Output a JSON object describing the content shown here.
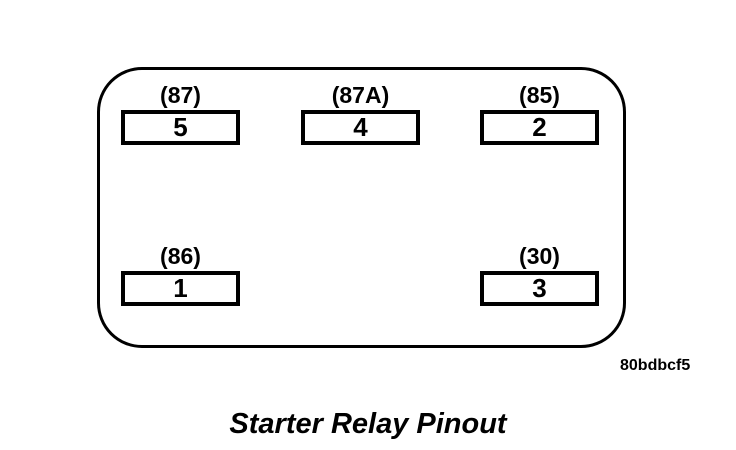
{
  "diagram": {
    "title": "Starter Relay Pinout",
    "figure_code": "80bdbcf5",
    "pins": [
      {
        "terminal": "(87)",
        "number": "5",
        "position": "top-left"
      },
      {
        "terminal": "(87A)",
        "number": "4",
        "position": "top-center"
      },
      {
        "terminal": "(85)",
        "number": "2",
        "position": "top-right"
      },
      {
        "terminal": "(86)",
        "number": "1",
        "position": "bottom-left"
      },
      {
        "terminal": "(30)",
        "number": "3",
        "position": "bottom-right"
      }
    ],
    "colors": {
      "line": "#000000",
      "background": "#ffffff"
    }
  }
}
